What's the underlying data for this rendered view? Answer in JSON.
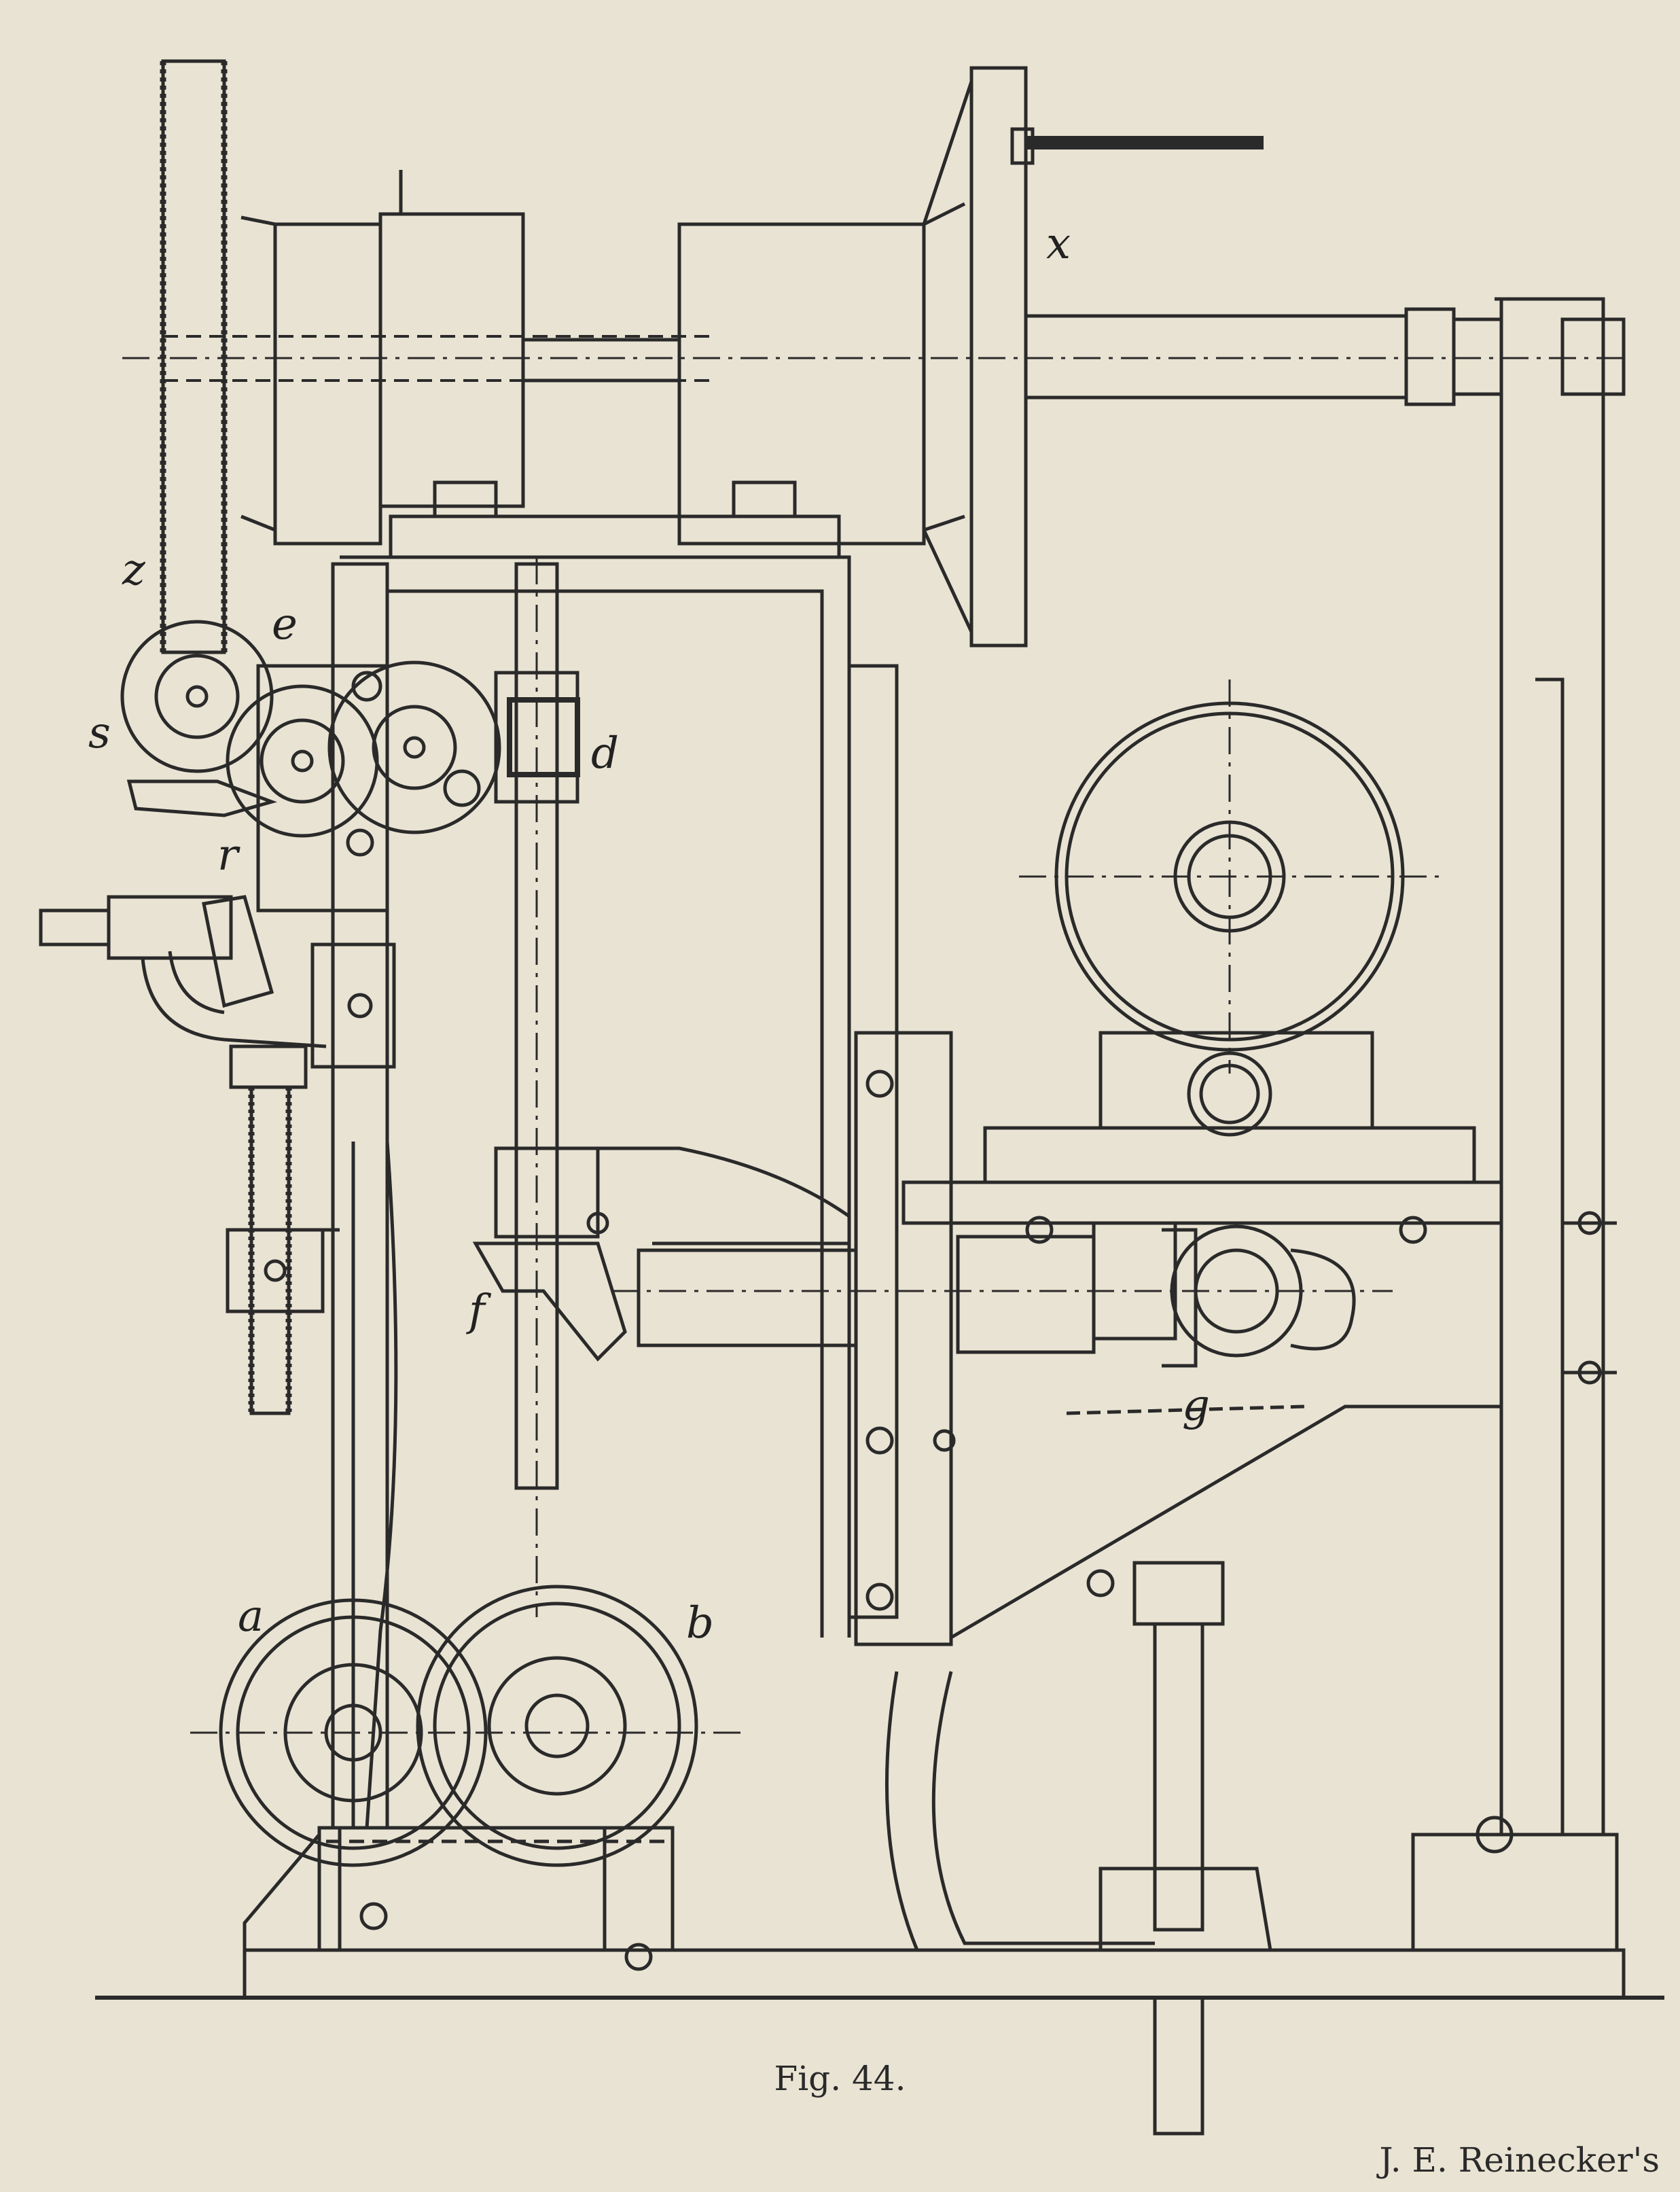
{
  "figure": {
    "caption": "Fig. 44.",
    "footer": "J. E. Reinecker's",
    "labels": {
      "x": "x",
      "z": "z",
      "e": "e",
      "s": "s",
      "r": "r",
      "d": "d",
      "f": "f",
      "g": "g",
      "a": "a",
      "b": "b"
    }
  },
  "colors": {
    "paper": "#e9e3d3",
    "ink": "#2a2a2a"
  }
}
